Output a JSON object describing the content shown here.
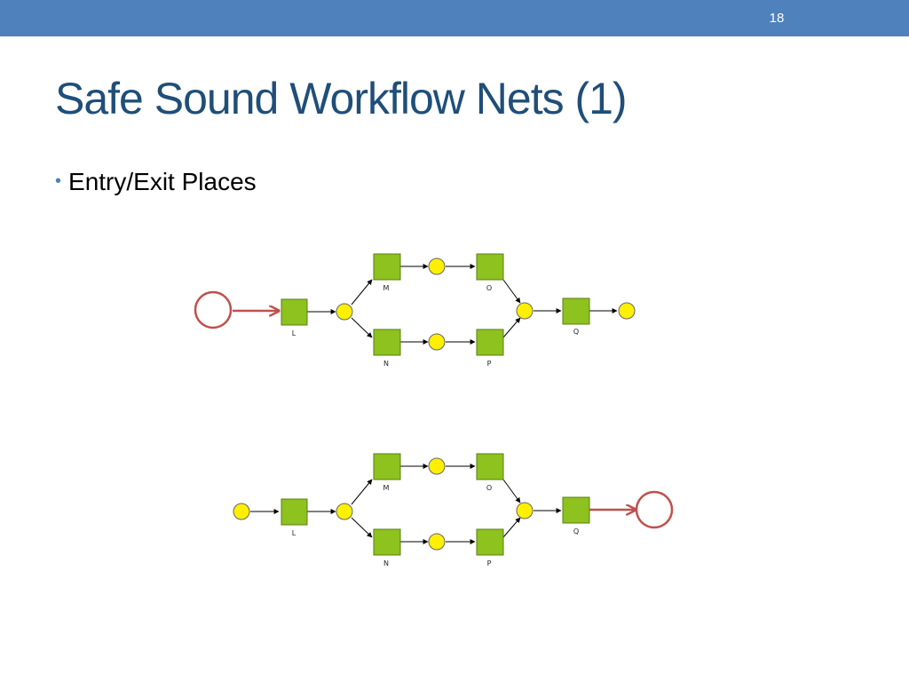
{
  "slide": {
    "number": "18",
    "title": "Safe Sound Workflow Nets (1)",
    "bullet": "Entry/Exit Places"
  },
  "colors": {
    "header_bar": "#4f81bd",
    "title_text": "#1f4e79",
    "transition_fill": "#8dc21f",
    "place_fill": "#ffef00",
    "highlight_stroke": "#c0504d"
  },
  "nets": [
    {
      "transitions": [
        "L",
        "M",
        "N",
        "O",
        "P",
        "Q"
      ],
      "highlight": "entry"
    },
    {
      "transitions": [
        "L",
        "M",
        "N",
        "O",
        "P",
        "Q"
      ],
      "highlight": "exit"
    }
  ]
}
